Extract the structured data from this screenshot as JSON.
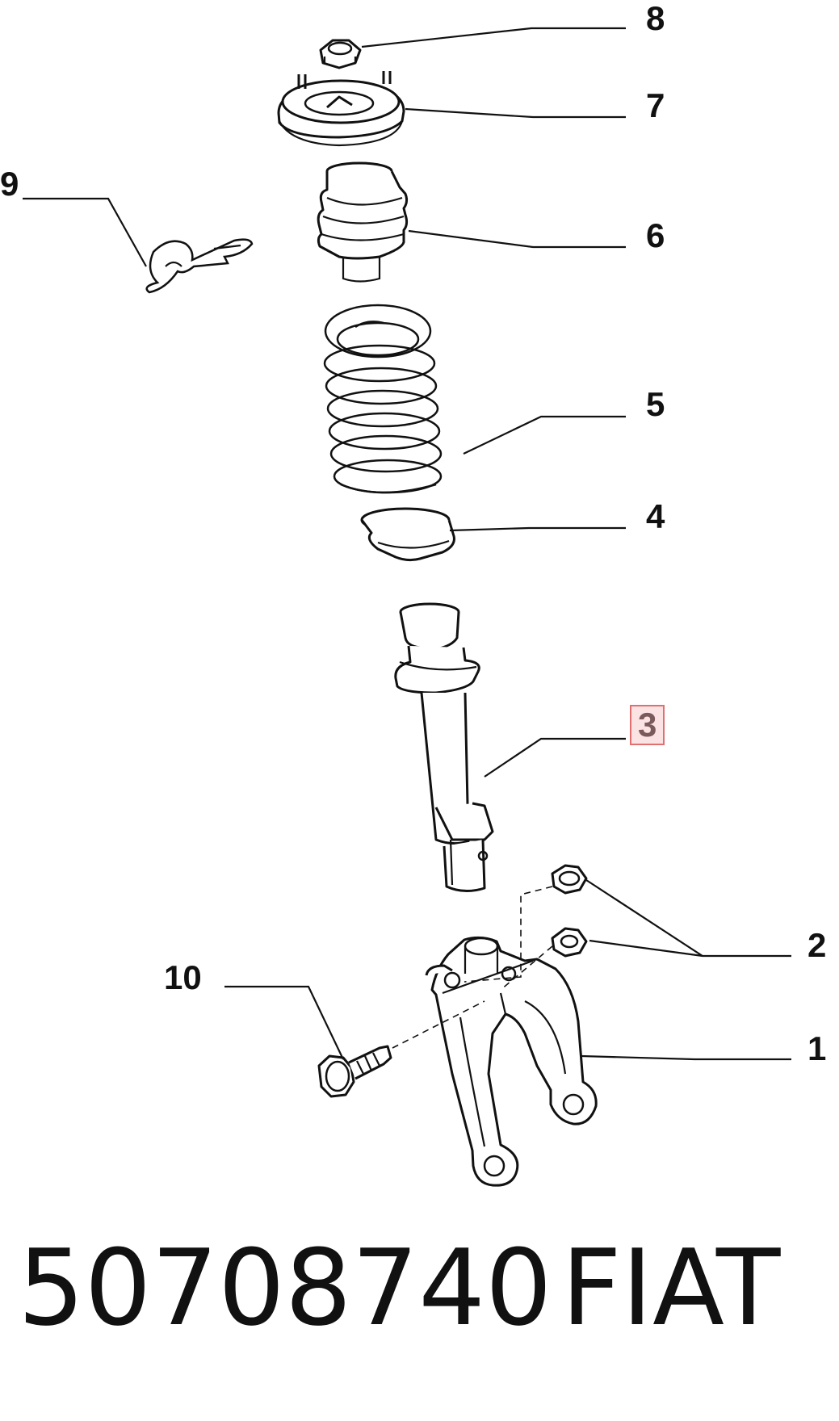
{
  "callouts": {
    "c1": "1",
    "c2": "2",
    "c3": "3",
    "c4": "4",
    "c5": "5",
    "c6": "6",
    "c7": "7",
    "c8": "8",
    "c9": "9",
    "c10": "10"
  },
  "highlighted_callout": "3",
  "footer": {
    "part_number": "50708740",
    "brand": "FIAT"
  },
  "colors": {
    "highlight_fill": "#fbe3e3",
    "highlight_border": "#e07070",
    "line": "#111111"
  }
}
